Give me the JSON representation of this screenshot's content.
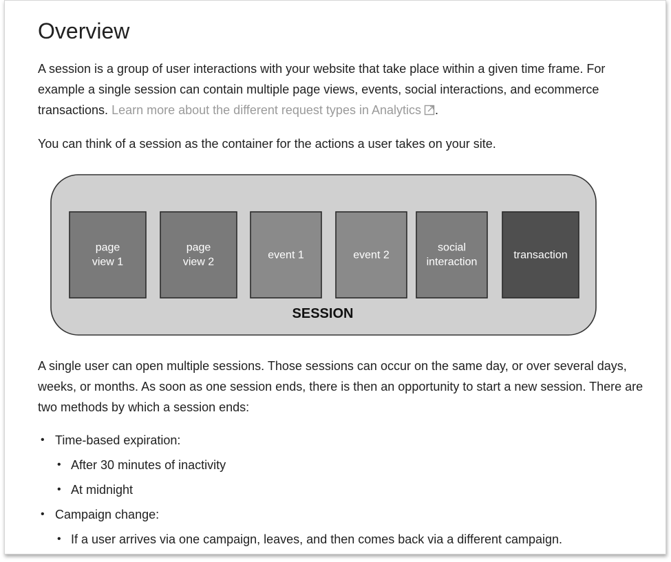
{
  "heading": "Overview",
  "paragraph1": {
    "text": "A session is a group of user interactions with your website that take place within a given time frame. For example a single session can contain multiple page views, events, social interactions, and ecommerce transactions. ",
    "link": "Learn more about the different request types in Analytics",
    "link_icon": "external-link-icon",
    "after_link": "."
  },
  "paragraph2": "You can think of a session as the container for the actions a user takes on your site.",
  "diagram": {
    "container_label": "SESSION",
    "boxes": [
      {
        "line1": "page",
        "line2": "view 1",
        "fill": "#7a7a7a"
      },
      {
        "line1": "page",
        "line2": "view 2",
        "fill": "#7a7a7a"
      },
      {
        "line1": "event 1",
        "line2": "",
        "fill": "#8a8a8a"
      },
      {
        "line1": "event 2",
        "line2": "",
        "fill": "#8a8a8a"
      },
      {
        "line1": "social",
        "line2": "interaction",
        "fill": "#7d7d7d"
      },
      {
        "line1": "transaction",
        "line2": "",
        "fill": "#4f4f4f"
      }
    ],
    "container_fill": "#d0d0d0"
  },
  "paragraph3": "A single user can open multiple sessions. Those sessions can occur on the same day, or over several days, weeks, or months. As soon as one session ends, there is then an opportunity to start a new session. There are two methods by which a session ends:",
  "list": [
    {
      "text": "Time-based expiration:",
      "level": 1
    },
    {
      "text": "After 30 minutes of inactivity",
      "level": 2
    },
    {
      "text": "At midnight",
      "level": 2
    },
    {
      "text": "Campaign change:",
      "level": 1
    },
    {
      "text": "If a user arrives via one campaign, leaves, and then comes back via a different campaign.",
      "level": 2
    }
  ],
  "bullet_glyph": "•"
}
